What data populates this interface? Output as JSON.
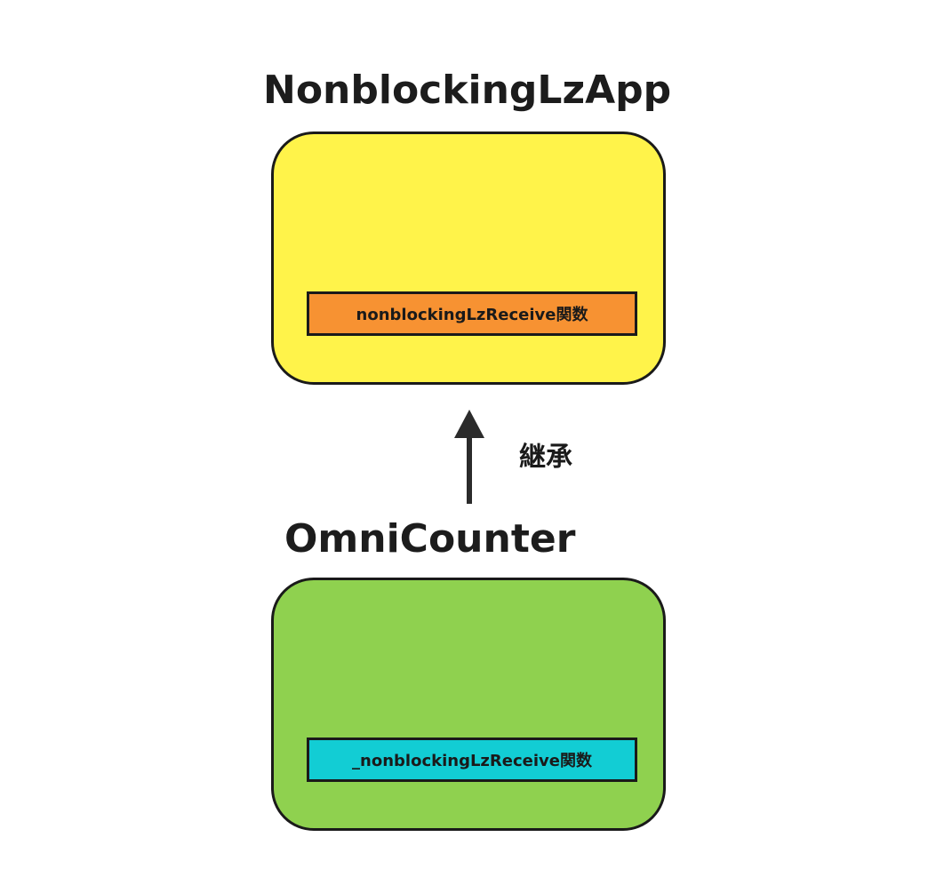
{
  "parent_class": {
    "title": "NonblockingLzApp",
    "method": "nonblockingLzReceive関数",
    "fill_color": "#fff34a",
    "method_fill_color": "#f79232"
  },
  "child_class": {
    "title": "OmniCounter",
    "method": "_nonblockingLzReceive関数",
    "fill_color": "#8fd14f",
    "method_fill_color": "#12cdd4"
  },
  "relation": {
    "label": "継承",
    "direction": "child-to-parent"
  }
}
